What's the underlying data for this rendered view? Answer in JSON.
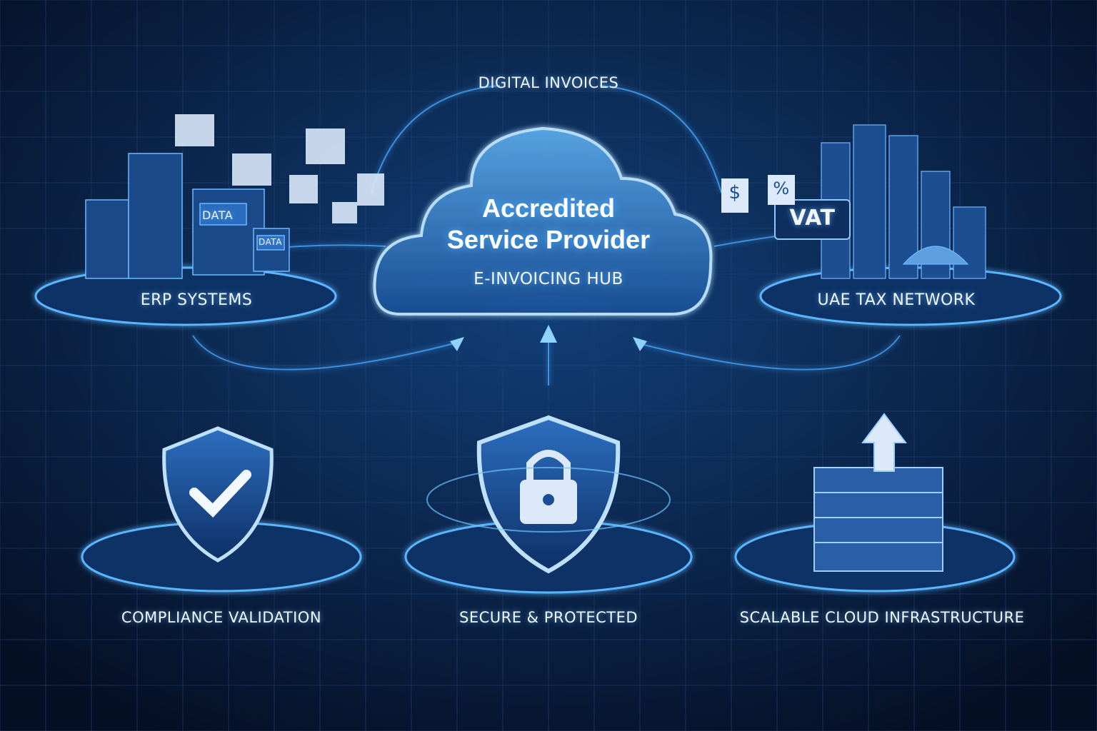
{
  "top_label": "DIGITAL INVOICES",
  "hub": {
    "title_line1": "Accredited",
    "title_line2": "Service Provider",
    "subtitle": "E-INVOICING HUB"
  },
  "left_node": {
    "label": "ERP SYSTEMS",
    "tags": [
      "DATA",
      "DATA"
    ]
  },
  "right_node": {
    "label": "UAE TAX NETWORK",
    "tags": [
      "VAT",
      "$",
      "%"
    ]
  },
  "bottom_nodes": [
    {
      "label": "COMPLIANCE VALIDATION",
      "icon": "shield-check-icon"
    },
    {
      "label": "SECURE & PROTECTED",
      "icon": "shield-lock-icon"
    },
    {
      "label": "SCALABLE CLOUD INFRASTRUCTURE",
      "icon": "server-stack-upload-icon"
    }
  ],
  "colors": {
    "background": "#06142e",
    "accent": "#4aa8ff",
    "glow": "#8fd4ff"
  }
}
